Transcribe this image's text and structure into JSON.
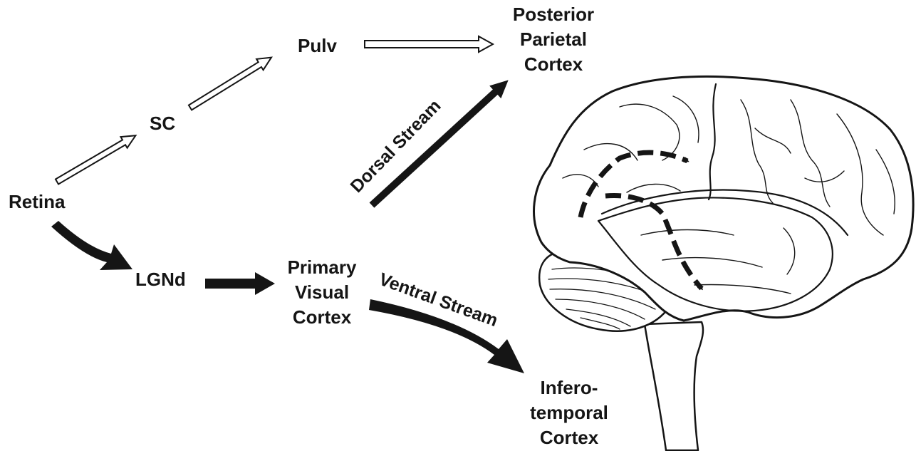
{
  "nodes": {
    "retina": "Retina",
    "sc": "SC",
    "pulv": "Pulv",
    "ppc": [
      "Posterior",
      "Parietal",
      "Cortex"
    ],
    "lgnd": "LGNd",
    "v1": [
      "Primary",
      "Visual",
      "Cortex"
    ],
    "it": [
      "Infero-",
      "temporal",
      "Cortex"
    ]
  },
  "streams": {
    "dorsal": "Dorsal Stream",
    "ventral": "Ventral Stream"
  },
  "colors": {
    "ink": "#151515",
    "open_arrow_fill": "#ffffff",
    "brain_fill": "#ffffff",
    "background": "#ffffff"
  }
}
